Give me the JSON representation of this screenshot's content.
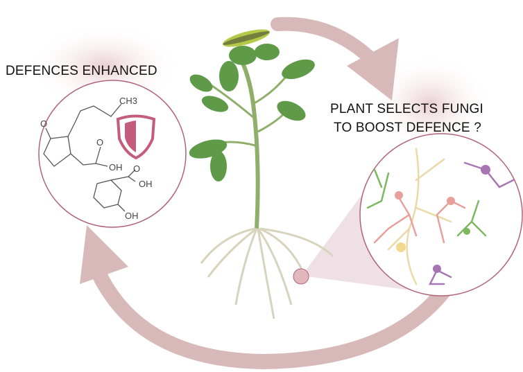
{
  "labels": {
    "left": "DEFENCES ENHANCED",
    "right_line1": "PLANT SELECTS FUNGI",
    "right_line2": "TO BOOST DEFENCE ?"
  },
  "chemistry": {
    "jasmonic_acid": {
      "ketone_o": "O",
      "methyl": "CH3",
      "acid_o": "O",
      "acid_oh": "OH"
    },
    "salicylic_acid": {
      "acid_o": "O",
      "acid_oh": "OH",
      "phenol_oh": "OH"
    }
  },
  "colors": {
    "arrow": "#d8b9b9",
    "circle_border": "#b0627a",
    "shield": "#c45c7c",
    "stem": "#8fae6a",
    "root": "#d8d3bd"
  }
}
